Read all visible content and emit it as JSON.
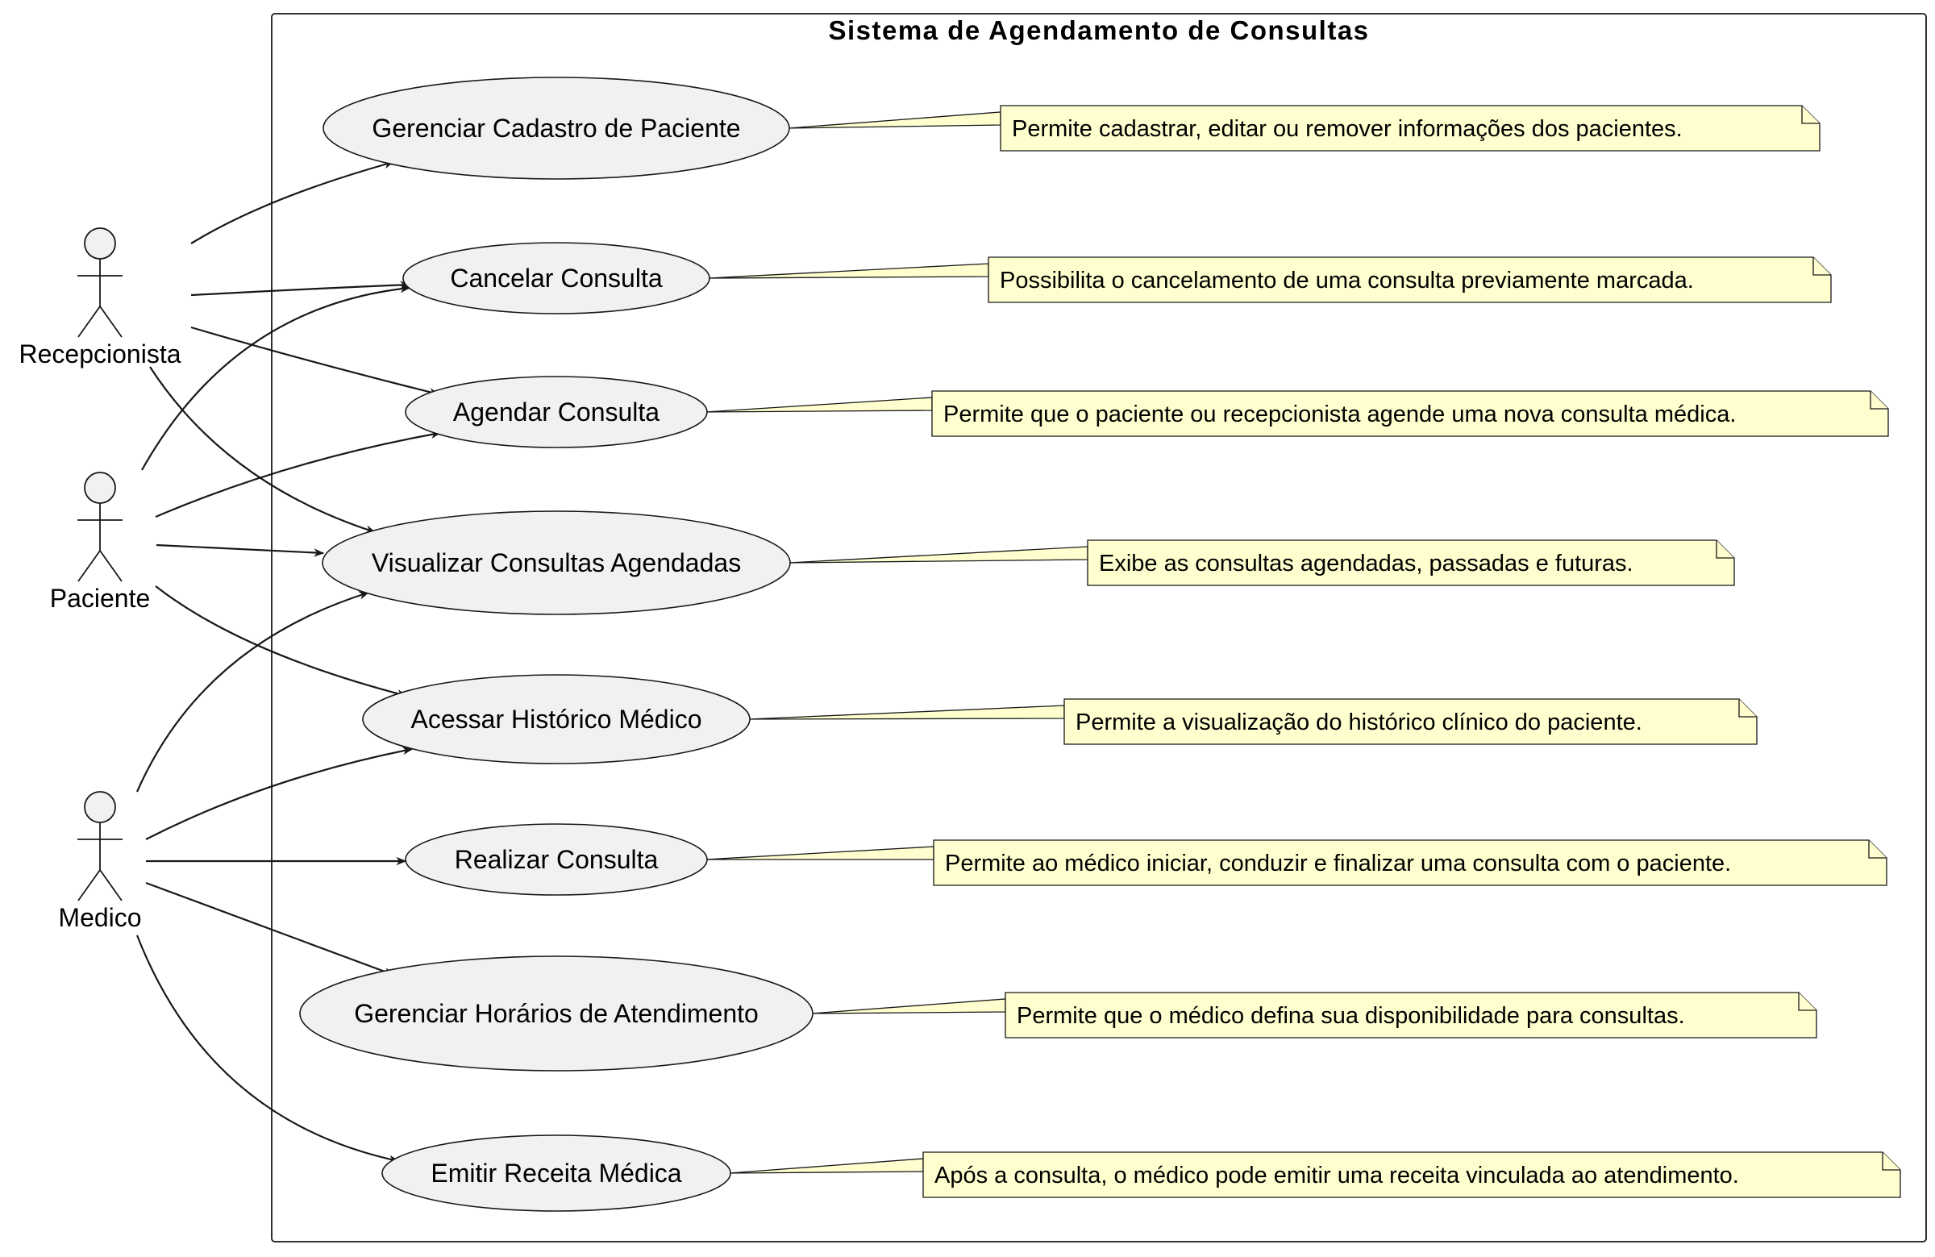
{
  "system": {
    "title": "Sistema de Agendamento de Consultas"
  },
  "actors": [
    {
      "id": "recepcionista",
      "label": "Recepcionista"
    },
    {
      "id": "paciente",
      "label": "Paciente"
    },
    {
      "id": "medico",
      "label": "Medico"
    }
  ],
  "use_cases": [
    {
      "id": "gerenciar-cadastro",
      "label": "Gerenciar Cadastro de Paciente",
      "note": "Permite cadastrar, editar ou remover informações dos pacientes."
    },
    {
      "id": "cancelar-consulta",
      "label": "Cancelar Consulta",
      "note": "Possibilita o cancelamento de uma consulta previamente marcada."
    },
    {
      "id": "agendar-consulta",
      "label": "Agendar Consulta",
      "note": "Permite que o paciente ou recepcionista agende uma nova consulta médica."
    },
    {
      "id": "visualizar-consultas",
      "label": "Visualizar Consultas Agendadas",
      "note": "Exibe as consultas agendadas, passadas e futuras."
    },
    {
      "id": "acessar-historico",
      "label": "Acessar Histórico Médico",
      "note": "Permite a visualização do histórico clínico do paciente."
    },
    {
      "id": "realizar-consulta",
      "label": "Realizar Consulta",
      "note": "Permite ao médico iniciar, conduzir e finalizar uma consulta com o paciente."
    },
    {
      "id": "gerenciar-horarios",
      "label": "Gerenciar Horários de Atendimento",
      "note": "Permite que o médico defina sua disponibilidade para consultas."
    },
    {
      "id": "emitir-receita",
      "label": "Emitir Receita Médica",
      "note": "Após a consulta, o médico pode emitir uma receita vinculada ao atendimento."
    }
  ],
  "associations": [
    {
      "from": "recepcionista",
      "to": "gerenciar-cadastro"
    },
    {
      "from": "recepcionista",
      "to": "cancelar-consulta"
    },
    {
      "from": "recepcionista",
      "to": "agendar-consulta"
    },
    {
      "from": "recepcionista",
      "to": "visualizar-consultas"
    },
    {
      "from": "paciente",
      "to": "cancelar-consulta"
    },
    {
      "from": "paciente",
      "to": "agendar-consulta"
    },
    {
      "from": "paciente",
      "to": "visualizar-consultas"
    },
    {
      "from": "paciente",
      "to": "acessar-historico"
    },
    {
      "from": "medico",
      "to": "visualizar-consultas"
    },
    {
      "from": "medico",
      "to": "acessar-historico"
    },
    {
      "from": "medico",
      "to": "realizar-consulta"
    },
    {
      "from": "medico",
      "to": "gerenciar-horarios"
    },
    {
      "from": "medico",
      "to": "emitir-receita"
    }
  ],
  "colors": {
    "use_case_fill": "#f1f1f1",
    "note_fill": "#fefece",
    "stroke": "#181818"
  }
}
